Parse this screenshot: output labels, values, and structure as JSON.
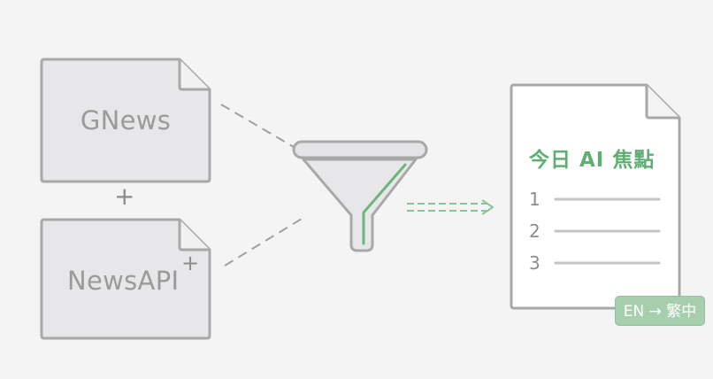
{
  "sources": [
    {
      "name": "GNews"
    },
    {
      "name": "NewsAPI",
      "superscript": "+"
    }
  ],
  "plus_sign": "+",
  "report": {
    "title": "今日 AI 焦點",
    "items": [
      "1",
      "2",
      "3"
    ]
  },
  "translation_badge": "EN → 繁中",
  "colors": {
    "background": "#f4f4f4",
    "card_fill": "#e7e7e9",
    "card_stroke": "#a8a8a8",
    "accent_green": "#5fae73",
    "badge_green": "#a7cfae",
    "dashed_line": "#a0a0a0"
  }
}
